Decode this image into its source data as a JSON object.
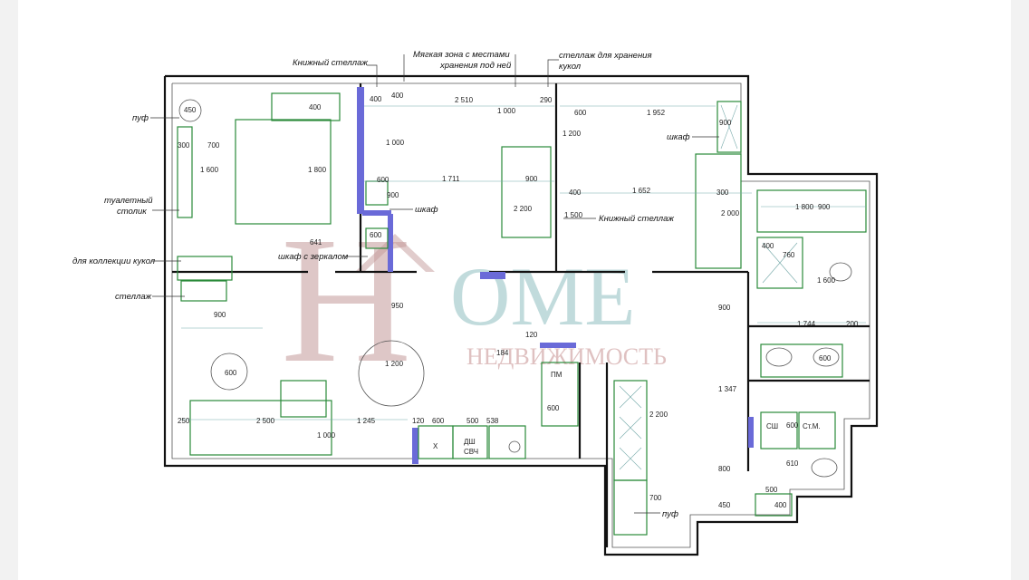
{
  "watermark": {
    "letter_h": "H",
    "letters_ome": "OME",
    "subtitle": "НЕДВИЖИМОСТЬ"
  },
  "labels": {
    "bookshelf_top": "Книжный стеллаж",
    "soft_zone_line1": "Мягкая зона с местами",
    "soft_zone_line2": "хранения под ней",
    "doll_rack_line1": "стеллаж для хранения",
    "doll_rack_line2": "кукол",
    "pouf_left": "пуф",
    "dressing_line1": "туалетный",
    "dressing_line2": "столик",
    "doll_collection": "для коллекции кукол",
    "rack": "стеллаж",
    "wardrobe_mid": "шкаф",
    "wardrobe_mirror": "шкаф с зеркалом",
    "bookshelf_mid": "Книжный стеллаж",
    "wardrobe_right": "шкаф",
    "pouf_bottom": "пуф"
  },
  "fixtures": {
    "dishwasher_line1": "ДШ",
    "dishwasher_line2": "СВЧ",
    "fridge": "Х",
    "pm": "ПМ",
    "washer": "СШ",
    "washer2": "Ст.М."
  },
  "dimensions": {
    "d400a": "400",
    "d400b": "400",
    "d2510": "2 510",
    "d290": "290",
    "d600a": "600",
    "d1952": "1 952",
    "d900a": "900",
    "d450": "450",
    "d400c": "400",
    "d300": "300",
    "d700": "700",
    "d1600": "1 600",
    "d1800a": "1 800",
    "d1000a": "1 000",
    "d1000b": "1 000",
    "d1200a": "1 200",
    "d600b": "600",
    "d900b": "900",
    "d1711": "1 711",
    "d900c": "900",
    "d2200": "2 200",
    "d400d": "400",
    "d1652": "1 652",
    "d300b": "300",
    "d2000": "2 000",
    "d1500": "1 500",
    "d1800b": "1 800",
    "d900d": "900",
    "d600c": "600",
    "d641": "641",
    "d400e": "400",
    "d760": "760",
    "d1600b": "1 600",
    "d900e": "900",
    "d950": "950",
    "d1744": "1 744",
    "d200": "200",
    "d900f": "900",
    "d600d": "600",
    "d1200b": "1 200",
    "d184": "184",
    "d120a": "120",
    "d600e": "600",
    "d1347": "1 347",
    "d2200b": "2 200",
    "d250": "250",
    "d2500": "2 500",
    "d1000c": "1 000",
    "d1245": "1 245",
    "d120b": "120",
    "d600f": "600",
    "d500a": "500",
    "d538": "538",
    "d600g": "600",
    "d610": "610",
    "d600h": "600",
    "d800": "800",
    "d500b": "500",
    "d700b": "700",
    "d450b": "450",
    "d400f": "400"
  }
}
